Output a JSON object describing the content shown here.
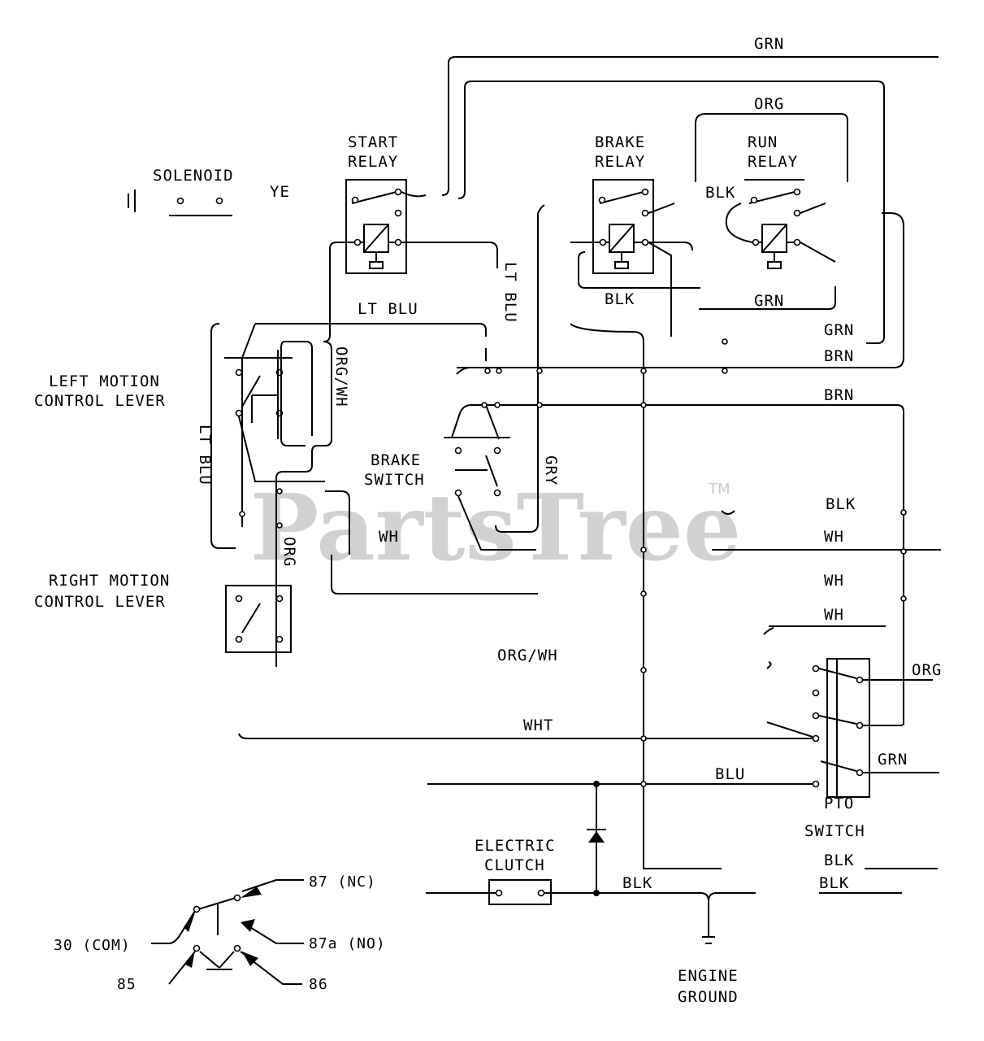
{
  "watermark": {
    "text": "PartsTree",
    "trademark": "TM"
  },
  "components": {
    "solenoid": "SOLENOID",
    "solenoid_mark": "YE",
    "start_relay": [
      "START",
      "RELAY"
    ],
    "brake_relay": [
      "BRAKE",
      "RELAY"
    ],
    "run_relay": [
      "RUN",
      "RELAY"
    ],
    "left_motion_control_lever": [
      "LEFT MOTION",
      "CONTROL LEVER"
    ],
    "right_motion_control_lever": [
      "RIGHT MOTION",
      "CONTROL LEVER"
    ],
    "brake_switch": [
      "BRAKE",
      "SWITCH"
    ],
    "pto_switch": [
      "PTO",
      "SWITCH"
    ],
    "electric_clutch": [
      "ELECTRIC",
      "CLUTCH"
    ],
    "engine_ground": [
      "ENGINE",
      "GROUND"
    ]
  },
  "wire_labels": {
    "grn_top": "GRN",
    "org_top": "ORG",
    "blk_run": "BLK",
    "blk_brake": "BLK",
    "grn_run": "GRN",
    "lt_blu_top": "LT BLU",
    "lt_blu_vert": "LT BLU",
    "org_wh_vert": "ORG/WH",
    "lt_blu_left": "LT BLU",
    "grn_right": "GRN",
    "brn_1": "BRN",
    "brn_2": "BRN",
    "gry": "GRY",
    "blk_right": "BLK",
    "wh_1": "WH",
    "wh_2": "WH",
    "wh_3": "WH",
    "wh_4": "WH",
    "org_vert": "ORG",
    "org_wh": "ORG/WH",
    "wht": "WHT",
    "blu": "BLU",
    "org_pto": "ORG",
    "grn_pto": "GRN",
    "blk_bottom_1": "BLK",
    "blk_bottom_2": "BLK",
    "blk_clutch": "BLK"
  },
  "relay_legend": {
    "nc_87": "87 (NC)",
    "com_30": "30 (COM)",
    "no_87a": "87a (NO)",
    "coil_85": "85",
    "coil_86": "86"
  }
}
